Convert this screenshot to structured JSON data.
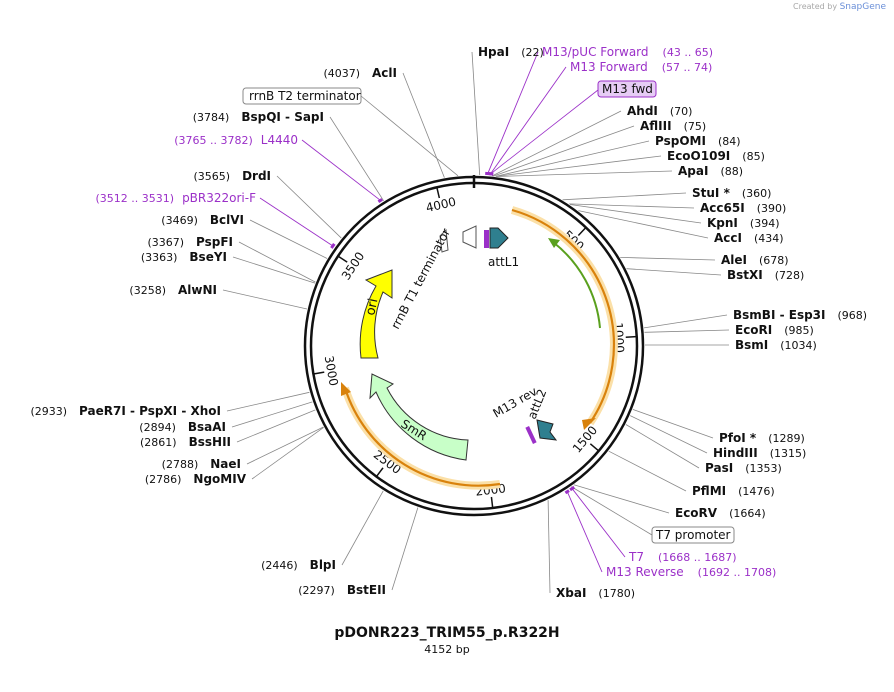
{
  "credit": {
    "prefix": "Created by",
    "brand": "SnapGene"
  },
  "plasmid": {
    "name": "pDONR223_TRIM55_p.R322H",
    "length_label": "4152 bp",
    "length": 4152
  },
  "scale_ticks": [
    "500",
    "1000",
    "1500",
    "2000",
    "2500",
    "3000",
    "3500",
    "4000"
  ],
  "sites": [
    {
      "name": "HpaI",
      "pos": "(22)",
      "bp": 22
    },
    {
      "name": "AclI",
      "pos": "(4037)",
      "bp": 4037
    },
    {
      "name": "BspQI",
      "name2": "SapI",
      "pos": "(3784)",
      "bp": 3784
    },
    {
      "name": "DrdI",
      "pos": "(3565)",
      "bp": 3565
    },
    {
      "name": "BclVI",
      "pos": "(3469)",
      "bp": 3469
    },
    {
      "name": "PspFI",
      "pos": "(3367)",
      "bp": 3367
    },
    {
      "name": "BseYI",
      "pos": "(3363)",
      "bp": 3363
    },
    {
      "name": "AlwNI",
      "pos": "(3258)",
      "bp": 3258
    },
    {
      "name": "PaeR7I",
      "name2": "PspXI",
      "name3": "XhoI",
      "pos": "(2933)",
      "bp": 2933
    },
    {
      "name": "BsaAI",
      "pos": "(2894)",
      "bp": 2894
    },
    {
      "name": "BssHII",
      "pos": "(2861)",
      "bp": 2861
    },
    {
      "name": "NaeI",
      "pos": "(2788)",
      "bp": 2788
    },
    {
      "name": "NgoMIV",
      "pos": "(2786)",
      "bp": 2786
    },
    {
      "name": "BlpI",
      "pos": "(2446)",
      "bp": 2446
    },
    {
      "name": "BstEII",
      "pos": "(2297)",
      "bp": 2297
    },
    {
      "name": "XbaI",
      "pos": "(1780)",
      "bp": 1780
    },
    {
      "name": "AhdI",
      "pos": "(70)",
      "bp": 70
    },
    {
      "name": "AflIII",
      "pos": "(75)",
      "bp": 75
    },
    {
      "name": "PspOMI",
      "pos": "(84)",
      "bp": 84
    },
    {
      "name": "EcoO109I",
      "pos": "(85)",
      "bp": 85
    },
    {
      "name": "ApaI",
      "pos": "(88)",
      "bp": 88
    },
    {
      "name": "StuI *",
      "pos": "(360)",
      "bp": 360
    },
    {
      "name": "Acc65I",
      "pos": "(390)",
      "bp": 390
    },
    {
      "name": "KpnI",
      "pos": "(394)",
      "bp": 394
    },
    {
      "name": "AccI",
      "pos": "(434)",
      "bp": 434
    },
    {
      "name": "AleI",
      "pos": "(678)",
      "bp": 678
    },
    {
      "name": "BstXI",
      "pos": "(728)",
      "bp": 728
    },
    {
      "name": "BsmBI",
      "name2": "Esp3I",
      "pos": "(968)",
      "bp": 968
    },
    {
      "name": "EcoRI",
      "pos": "(985)",
      "bp": 985
    },
    {
      "name": "BsmI",
      "pos": "(1034)",
      "bp": 1034
    },
    {
      "name": "PfoI *",
      "pos": "(1289)",
      "bp": 1289
    },
    {
      "name": "HindIII",
      "pos": "(1315)",
      "bp": 1315
    },
    {
      "name": "PasI",
      "pos": "(1353)",
      "bp": 1353
    },
    {
      "name": "PflMI",
      "pos": "(1476)",
      "bp": 1476
    },
    {
      "name": "EcoRV",
      "pos": "(1664)",
      "bp": 1664
    }
  ],
  "primers": [
    {
      "name": "M13/pUC Forward",
      "range": "(43 .. 65)",
      "start": 43,
      "end": 65
    },
    {
      "name": "M13 Forward",
      "range": "(57 .. 74)",
      "start": 57,
      "end": 74
    },
    {
      "name": "L4440",
      "range": "(3765 .. 3782)",
      "start": 3765,
      "end": 3782
    },
    {
      "name": "pBR322ori-F",
      "range": "(3512 .. 3531)",
      "start": 3512,
      "end": 3531
    },
    {
      "name": "T7",
      "range": "(1668 .. 1687)",
      "start": 1668,
      "end": 1687
    },
    {
      "name": "M13 Reverse",
      "range": "(1692 .. 1708)",
      "start": 1692,
      "end": 1708
    }
  ],
  "boxed_labels": {
    "rrnb_t2": "rrnB T2 terminator",
    "m13_fwd": "M13 fwd",
    "t7_promoter": "T7 promoter"
  },
  "features": {
    "rrnb_t1": "rrnB T1 terminator",
    "attl1": "attL1",
    "attl2": "attL2",
    "m13_rev": "M13 rev",
    "ori": "ori",
    "smr": "SmR"
  },
  "colors": {
    "primer": "#9b30c8",
    "ori": "#ffff00",
    "smr": "#c8ffc8",
    "att": "#2f7f8f",
    "orf_orange": "#d9820c",
    "orf_halo": "#fbe0a8",
    "green_arc": "#5aa01e",
    "m13fwd_box": "#e6ccf5"
  }
}
